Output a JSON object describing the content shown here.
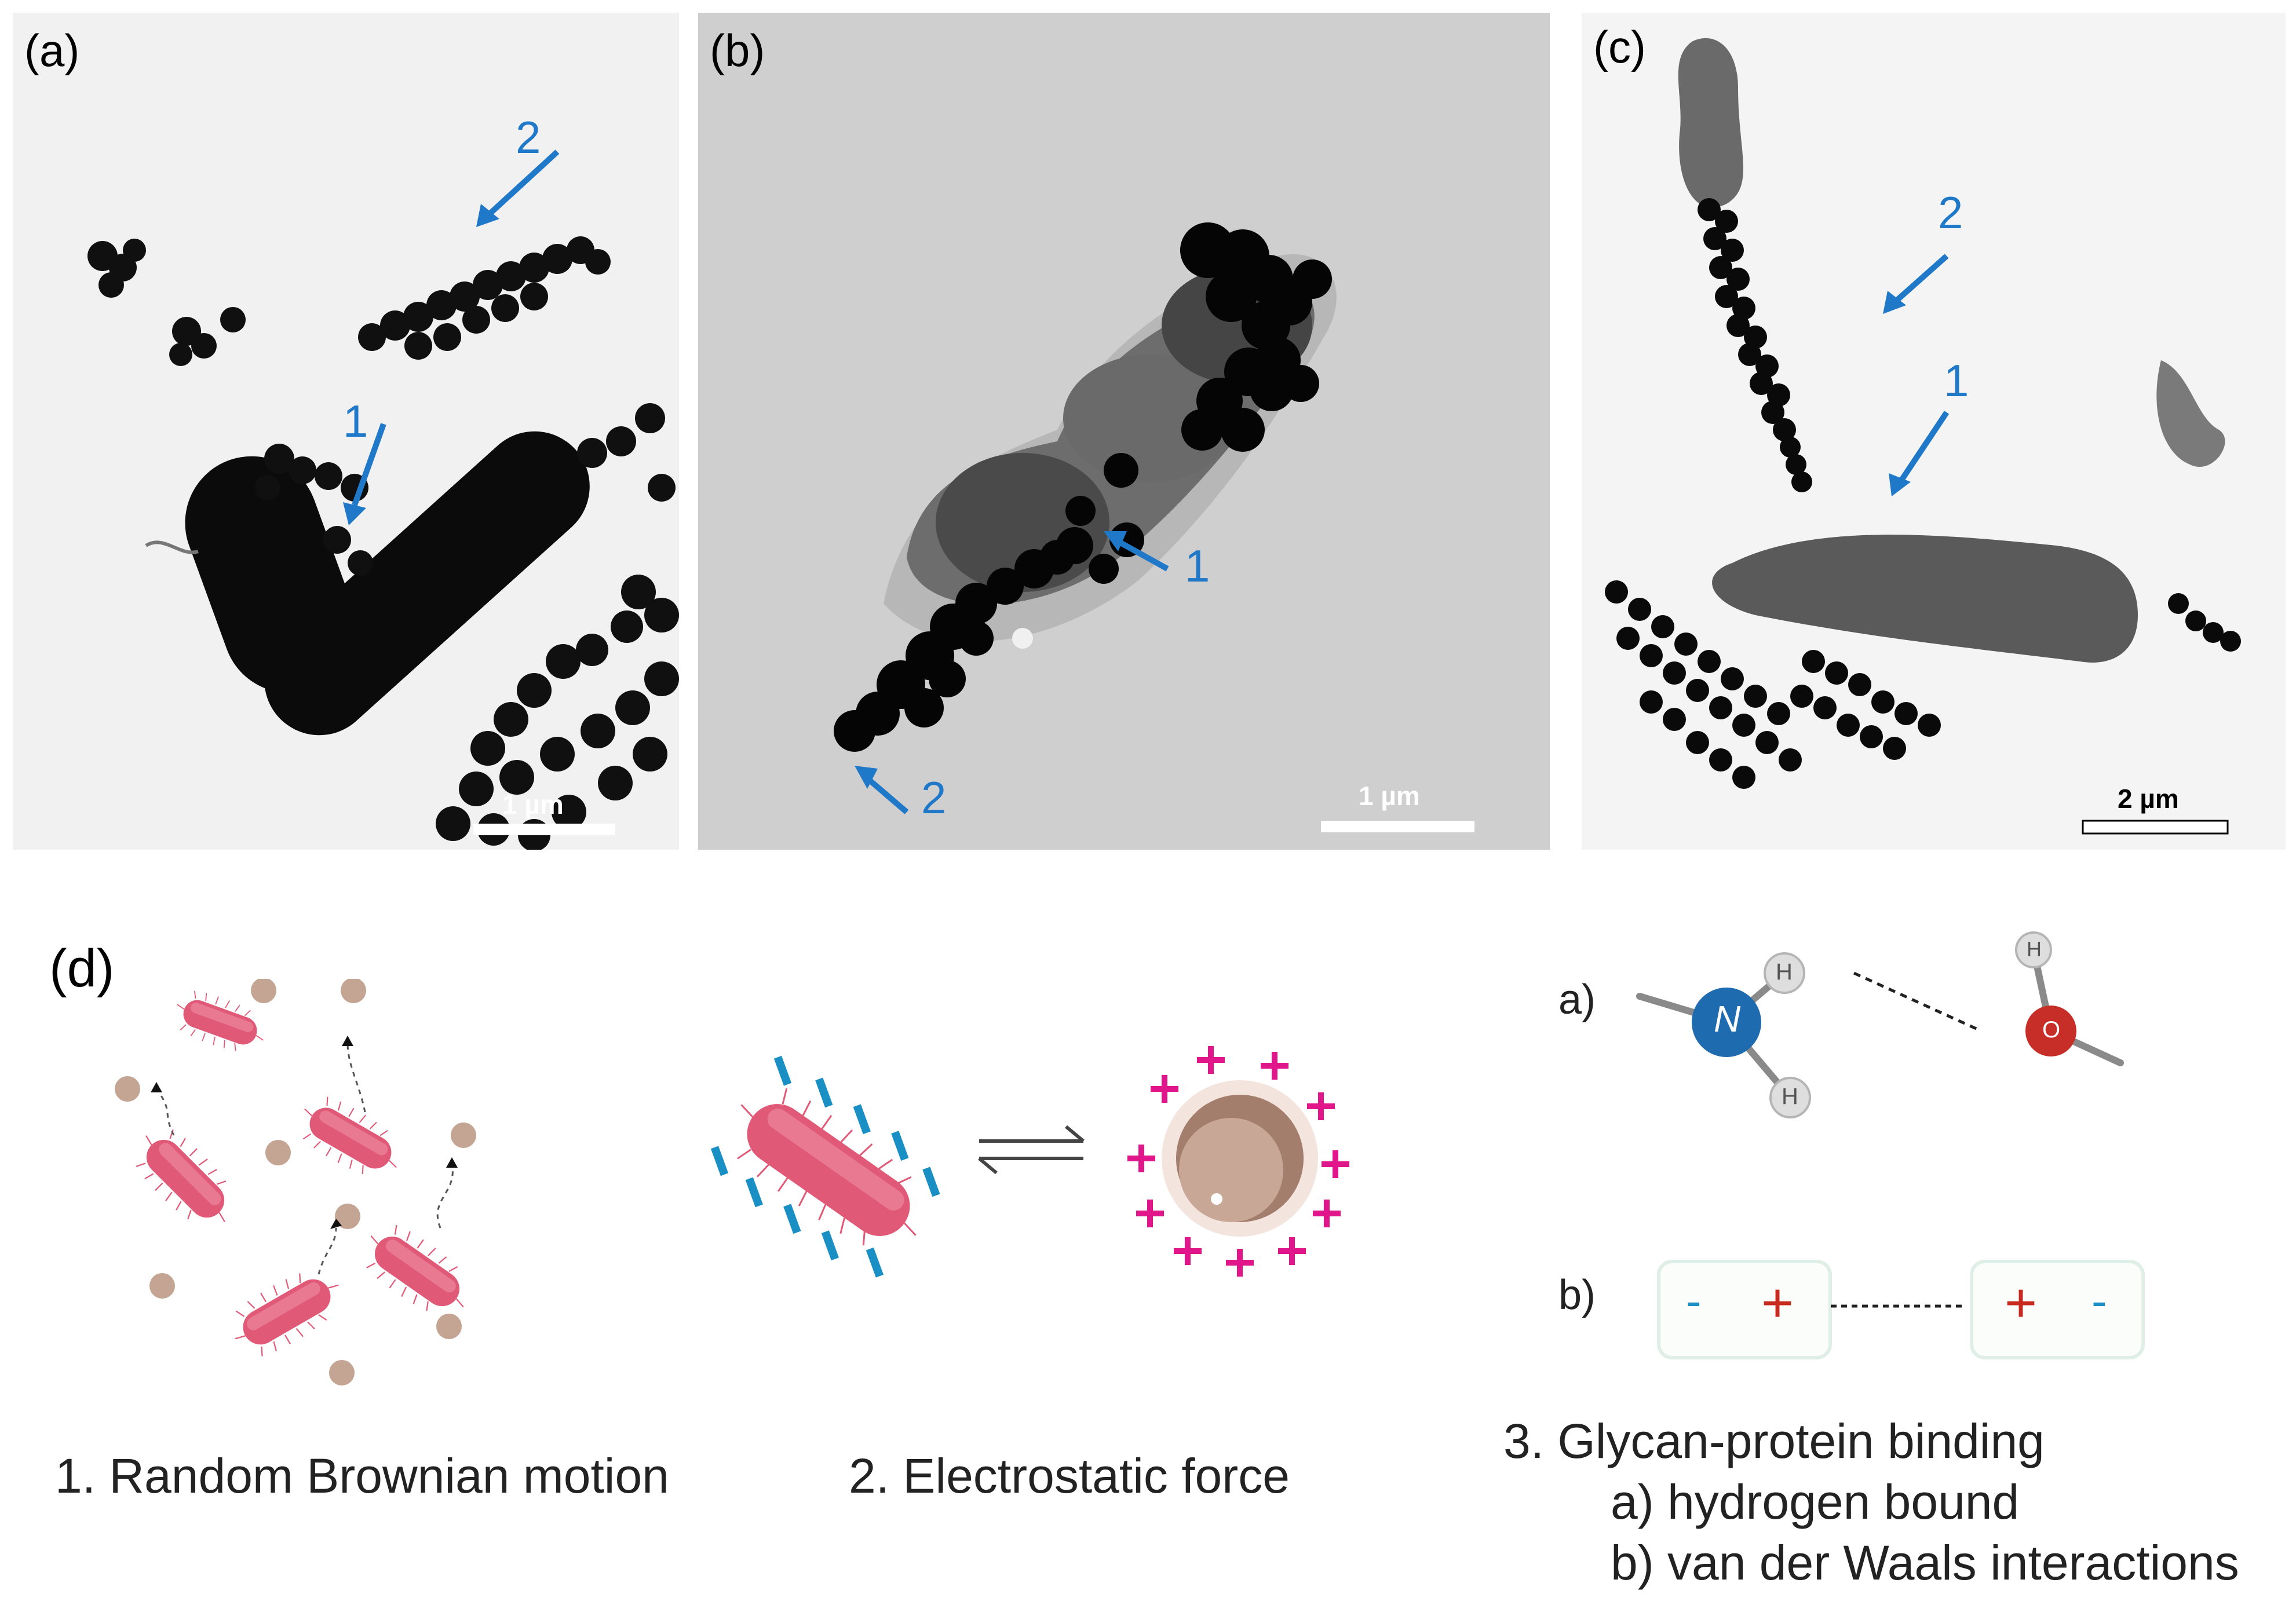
{
  "panels": {
    "a": {
      "label": "(a)",
      "arrow1": "1",
      "arrow2": "2",
      "scale": "1 µm"
    },
    "b": {
      "label": "(b)",
      "arrow1": "1",
      "arrow2": "2",
      "scale": "1 µm"
    },
    "c": {
      "label": "(c)",
      "arrow1": "1",
      "arrow2": "2",
      "scale": "2 µm"
    }
  },
  "diagram": {
    "label": "(d)",
    "mechanism1": "1.  Random Brownian motion",
    "mechanism2": "2. Electrostatic force",
    "mechanism3": "3. Glycan-protein binding",
    "mechanism3a": "a) hydrogen bound",
    "mechanism3b": "b) van der Waals interactions",
    "sub_a_label": "a)",
    "sub_b_label": "b)",
    "atom_n": "N",
    "atom_h1": "H",
    "atom_h2": "H",
    "atom_h3": "H",
    "atom_o": "O",
    "minus": "-",
    "plus": "+"
  },
  "colors": {
    "arrow_blue": "#1f78c8",
    "bacteria_pink": "#e05a78",
    "negative_blue": "#1a8fc4",
    "positive_magenta": "#e0168a",
    "charge_red": "#c8281e"
  }
}
